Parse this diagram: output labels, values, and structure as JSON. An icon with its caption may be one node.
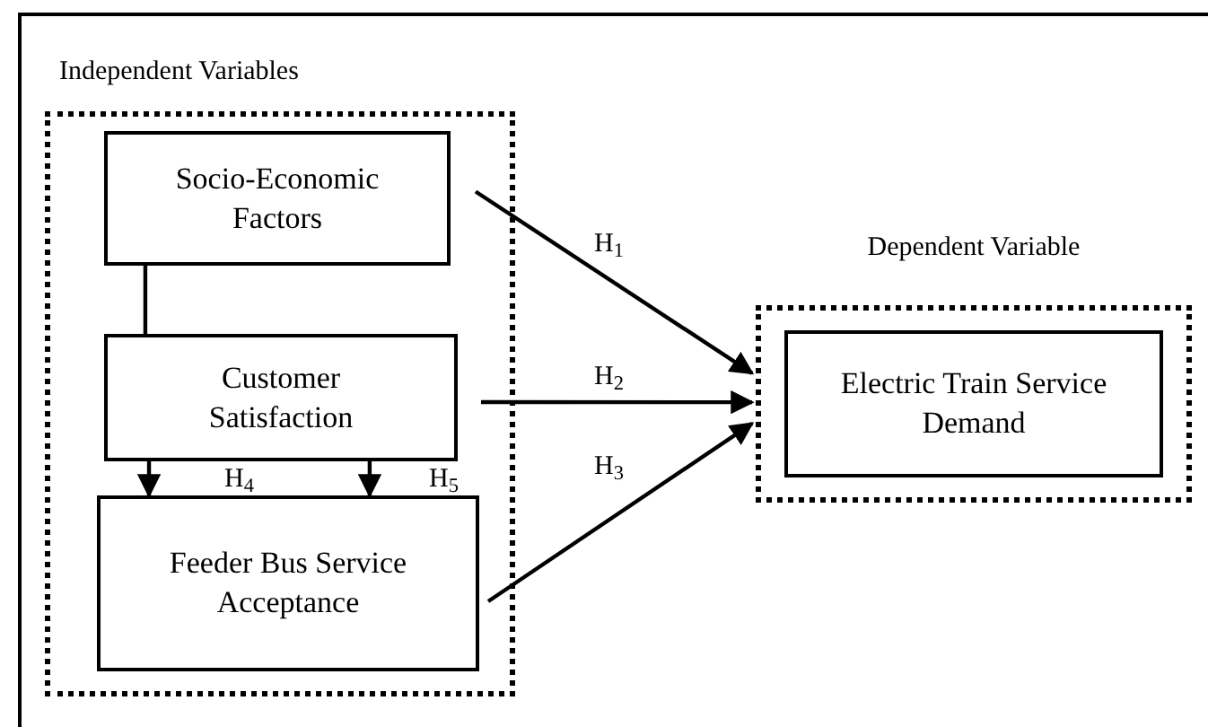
{
  "diagram": {
    "nodes": [
      {
        "text": [
          "Independent Variables"
        ]
      },
      {
        "text": [
          "Socio-Economic Factors"
        ],
        "in": 0
      },
      {
        "text": [
          "Customer Satisfaction"
        ],
        "in": 0
      },
      {
        "text": [
          "Feeder Bus Service Acceptance"
        ],
        "in": 0
      },
      {
        "text": [
          "Dependent Variable"
        ]
      },
      {
        "text": [
          "Electric Train Service Demand"
        ],
        "in": 4
      }
    ],
    "edges": [
      {
        "from": 1,
        "to": 4,
        "arrow": "to",
        "label": "H$_{1}$"
      },
      {
        "from": 2,
        "to": 4,
        "arrow": "to",
        "label": "H$_{2}$"
      },
      {
        "from": 3,
        "to": 4,
        "arrow": "to",
        "label": "H$_{3}$"
      },
      {
        "from": 1,
        "to": 2,
        "arrow": "none"
      },
      {
        "from": 2,
        "to": 3,
        "arrow": "to",
        "label": "H$_{4}$"
      },
      {
        "from": 2,
        "to": 3,
        "arrow": "to",
        "label": "H$_{5}$"
      }
    ]
  }
}
